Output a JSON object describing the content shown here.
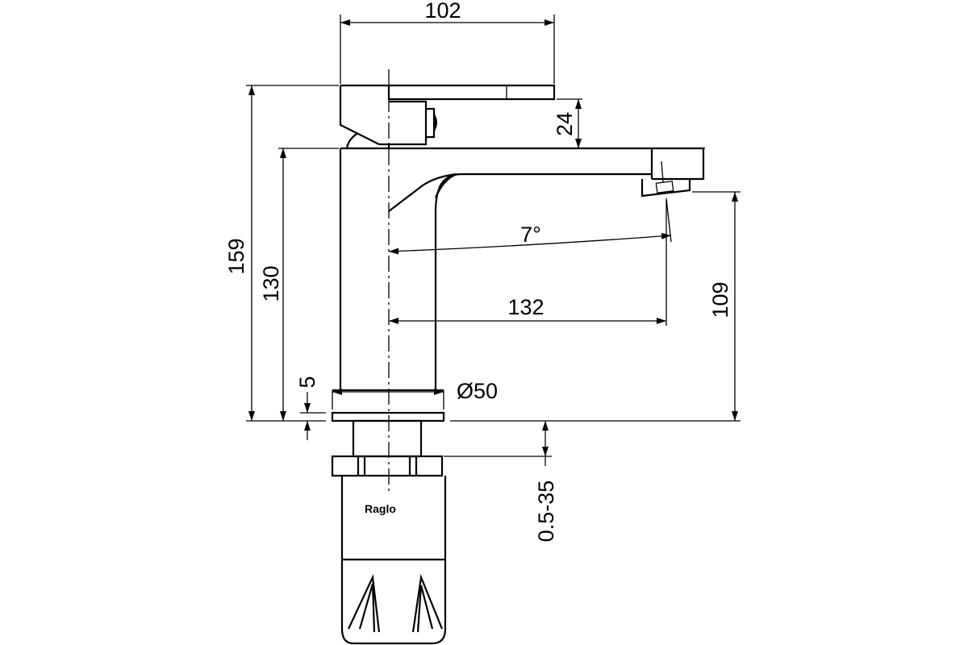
{
  "brand": {
    "logo_text": "Raglo"
  },
  "dimensions": {
    "width_top": "102",
    "height_total": "159",
    "height_spout_top": "130",
    "lever_height": "24",
    "angle": "7°",
    "spout_reach": "132",
    "spout_height": "109",
    "base_diameter": "Ø50",
    "base_thickness": "5",
    "mount_range": "0.5-35"
  },
  "colors": {
    "line": "#000000",
    "background": "#ffffff"
  }
}
